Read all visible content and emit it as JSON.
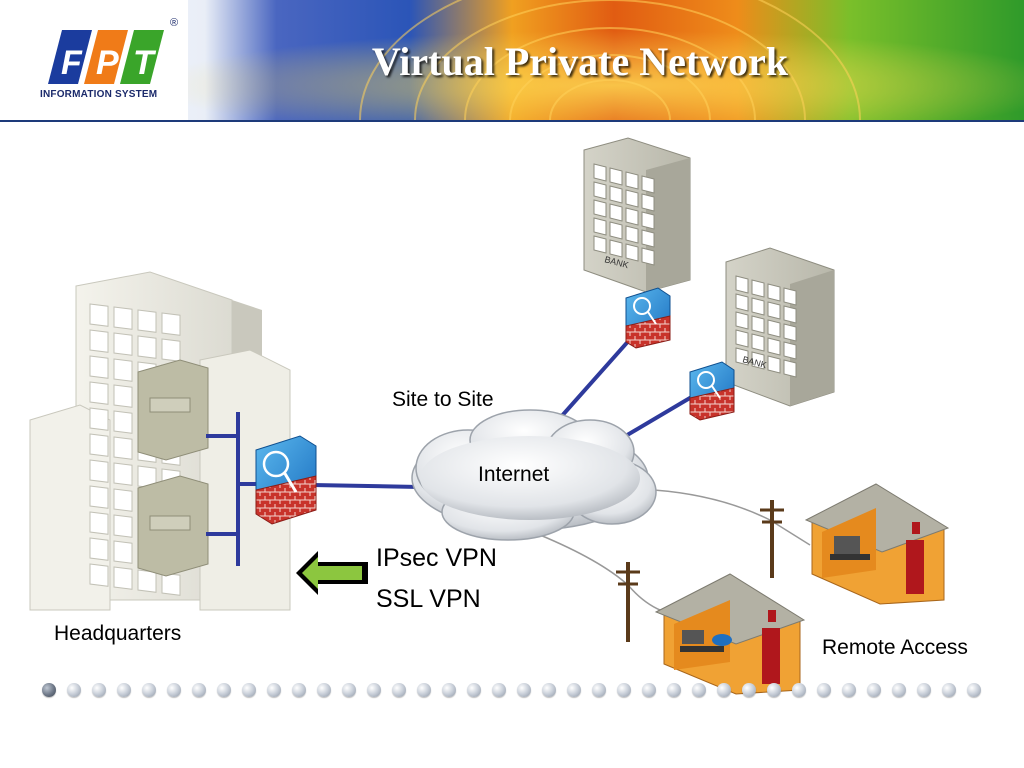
{
  "header": {
    "title": "Virtual Private Network",
    "logo_caption": "INFORMATION SYSTEM",
    "logo_mark": "FPT",
    "registered": "®",
    "colors": {
      "rule": "#1d3a7a",
      "logo_blue": "#1b3c9e",
      "logo_orange": "#f07b18",
      "logo_green": "#3aa52a"
    }
  },
  "labels": {
    "site_to_site": "Site to Site",
    "internet": "Internet",
    "ipsec_vpn": "IPsec VPN",
    "ssl_vpn": "SSL VPN",
    "headquarters": "Headquarters",
    "remote_access": "Remote Access"
  },
  "buildings": {
    "bank_sign": "BANK"
  },
  "pagination": {
    "count": 38,
    "active_index": 0
  },
  "icons": [
    "firewall-icon",
    "cloud-icon",
    "bank-building-icon",
    "house-icon",
    "utility-pole-icon",
    "arrow-left-icon"
  ]
}
